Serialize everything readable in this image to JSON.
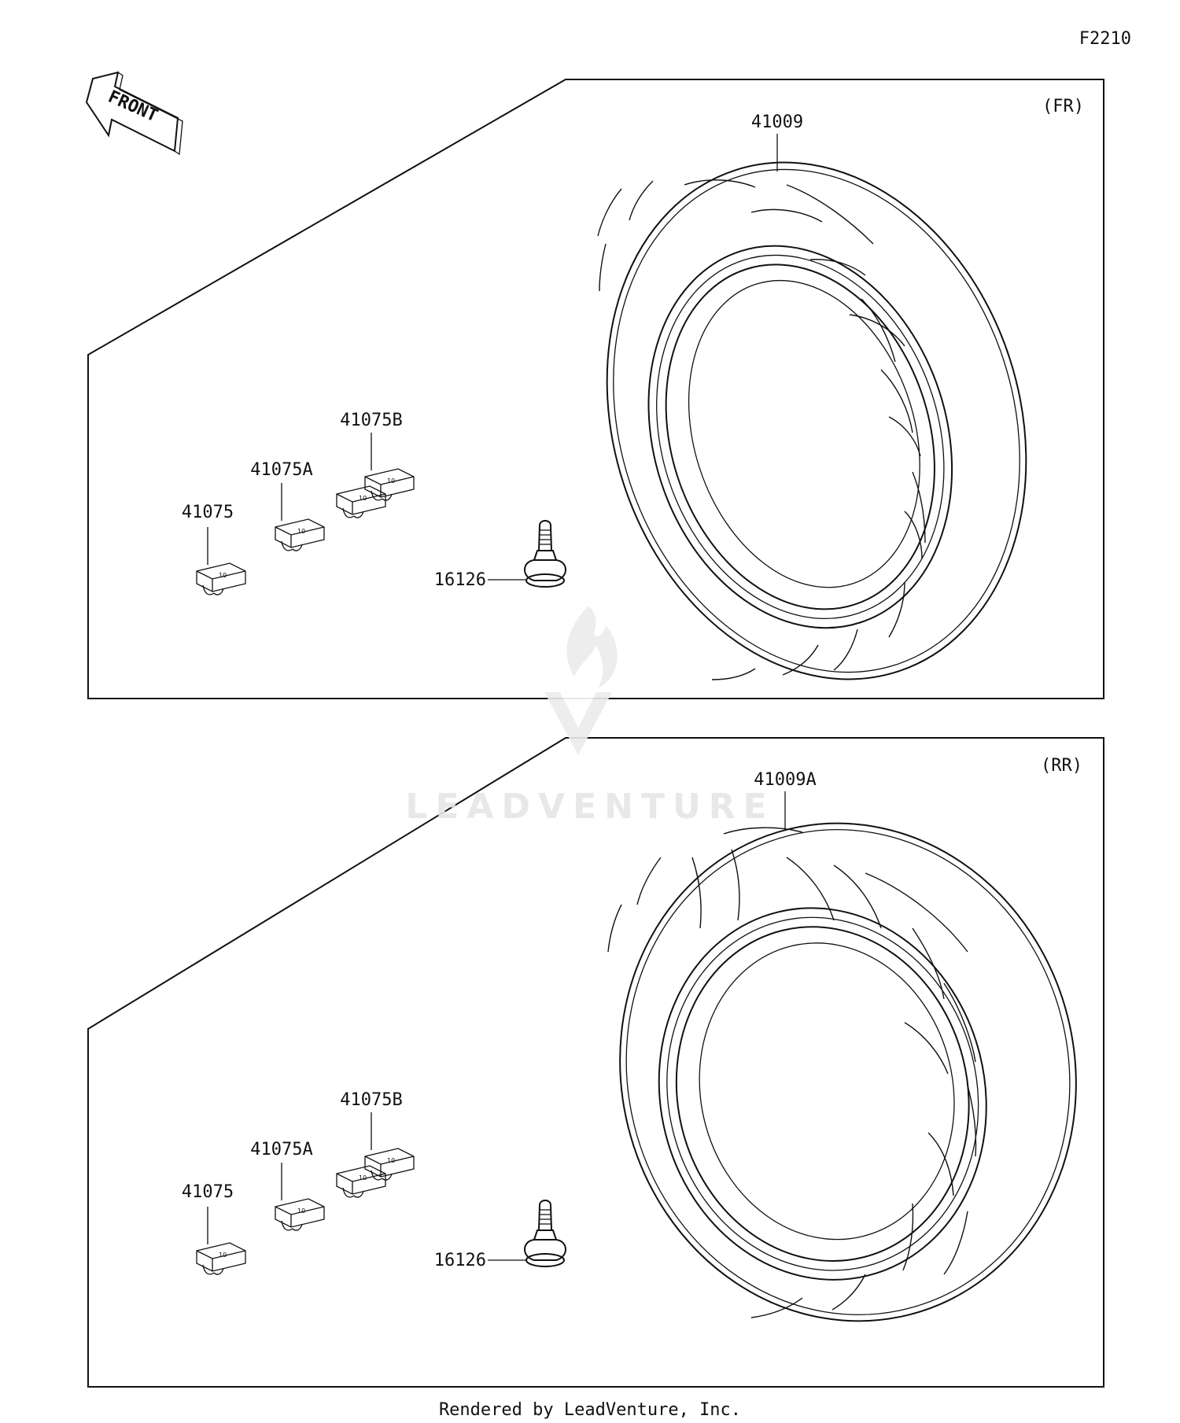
{
  "diagram_code": "F2210",
  "front_arrow": {
    "label": "FRONT",
    "icon": "front-arrow-icon"
  },
  "panels": [
    {
      "tag": "(FR)",
      "tire_part": "41009",
      "valve_part": "16126",
      "weights": [
        "41075",
        "41075A",
        "41075B"
      ]
    },
    {
      "tag": "(RR)",
      "tire_part": "41009A",
      "valve_part": "16126",
      "weights": [
        "41075",
        "41075A",
        "41075B"
      ]
    }
  ],
  "watermark": {
    "text": "LEADVENTURE",
    "icon": "leadventure-flame-logo"
  },
  "footer": "Rendered by LeadVenture, Inc."
}
